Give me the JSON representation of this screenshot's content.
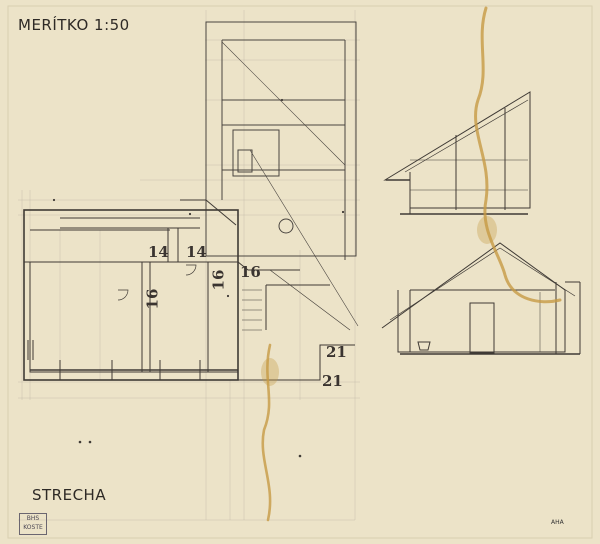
{
  "drawing": {
    "scale_label": "MERÍTKO 1:50",
    "plan_label": "STRECHA",
    "stamp": {
      "line1": "BHS",
      "line2": "KOSTE"
    },
    "sheet_no": "AHA",
    "room_numbers": [
      "14",
      "14",
      "16",
      "16",
      "16",
      "21",
      "21"
    ]
  },
  "colors": {
    "paper": "#ece3c8",
    "ink": "#4a4540",
    "stain": "#c79a45"
  }
}
